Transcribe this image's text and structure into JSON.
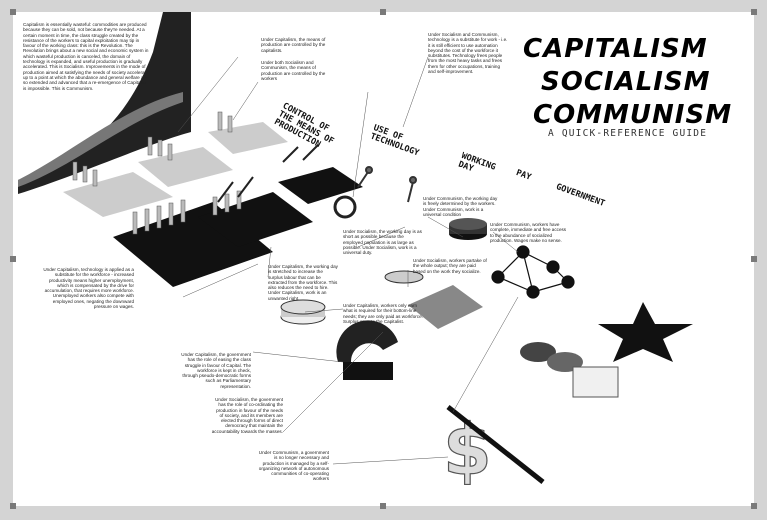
{
  "title": {
    "line1": "CAPITALISM",
    "line2": "SOCIALISM",
    "line3": "COMMUNISM",
    "subtitle": "A QUICK-REFERENCE GUIDE"
  },
  "column_headers": {
    "control": "CONTROL OF THE MEANS OF PRODUCTION",
    "technology": "USE OF TECHNOLOGY",
    "working_day": "WORKING DAY",
    "pay": "PAY",
    "government": "GOVERNMENT"
  },
  "notes": {
    "intro": "Capitalism is essentially wasteful: commodities are produced because they can be sold, not because they're needed. At a certain moment in time, the class struggle created by the resistance of the workers to capital exploitation may tip in favour of the working class: this is the Revolution. The Revolution brings about a new social and economic system in which wasteful production is canceled, the domain of technology is expanded, and useful production is gradually accelerated. This is Socialism. Improvements in the mode of production aimed at satisfying the needs of society accelerate up to a point at which the abundance and general welfare are so extended and advanced that a re-emergence of Capitalism is impossible. This is Communism.",
    "cap_control": "Under Capitalism, the means of production are controlled by the capitalists.",
    "soc_com_control": "Under both Socialism and Communism, the means of production are controlled by the workers",
    "soc_com_tech": "Under Socialism and Communism, technology is a substitute for work - i.e. it is still efficient to use automation beyond the cost of the workforce it substitutes. Technology frees people from the most heavy tasks and frees them for other occupations, training and self-improvement.",
    "cap_tech": "Under Capitalism, technology is applied as a substitute for the workforce - increased productivity means higher unemployment, which is compensated by the drive for accumulation, that requires more workforce. Unemployed workers also compete with employed ones, negating the downward pressure on wages.",
    "cap_day": "Under Capitalism, the working day is stretched to increase the surplus labour that can be extracted from the workforce. This also reduces the need to hire. Under Capitalism, work is an unwanted right.",
    "soc_day": "Under Socialism, the working day is as short as possible because the employed population is as large as possible. Under Socialism, work is a universal duty.",
    "com_day": "Under Communism, the working day is freely determined by the workers. Under Communism, work is a universal condition",
    "com_pay": "Under Communism, workers have complete, immediate and free access to the abundance of socialized production. Wages make no sense.",
    "soc_pay": "Under Socialism, workers partake of the whole output; they are paid based on the work they socialize.",
    "cap_pay": "Under Capitalism, workers only earn what is required for their bottom-line needs; they are only paid as workforce. Surplus goes to the Capitalist.",
    "cap_gov": "Under Capitalism, the government has the role of easing the class struggle in favour of Capital. The workforce is kept in check, through pseudo-democratic forms such as Parliamentary representation.",
    "soc_gov": "Under Socialism, the government has the role of co-ordinating the production in favour of the needs of society, and its members are elected through forms of direct democracy that maintain the accountability towards the masses.",
    "com_gov": "Under Communism, a government is no longer necessary and production is managed by a self-organizing network of autonomous communities of co-operating workers"
  },
  "colors": {
    "background": "#ffffff",
    "frame": "#d4d4d4",
    "ink": "#000000"
  },
  "icons": [
    "dollar-sign-icon",
    "hammer-and-sickle-star-icon",
    "network-icon",
    "handshake-icon",
    "parliament-icon",
    "coin-stack-icon",
    "gear-icon",
    "robot-arm-icon",
    "wrench-icon"
  ]
}
